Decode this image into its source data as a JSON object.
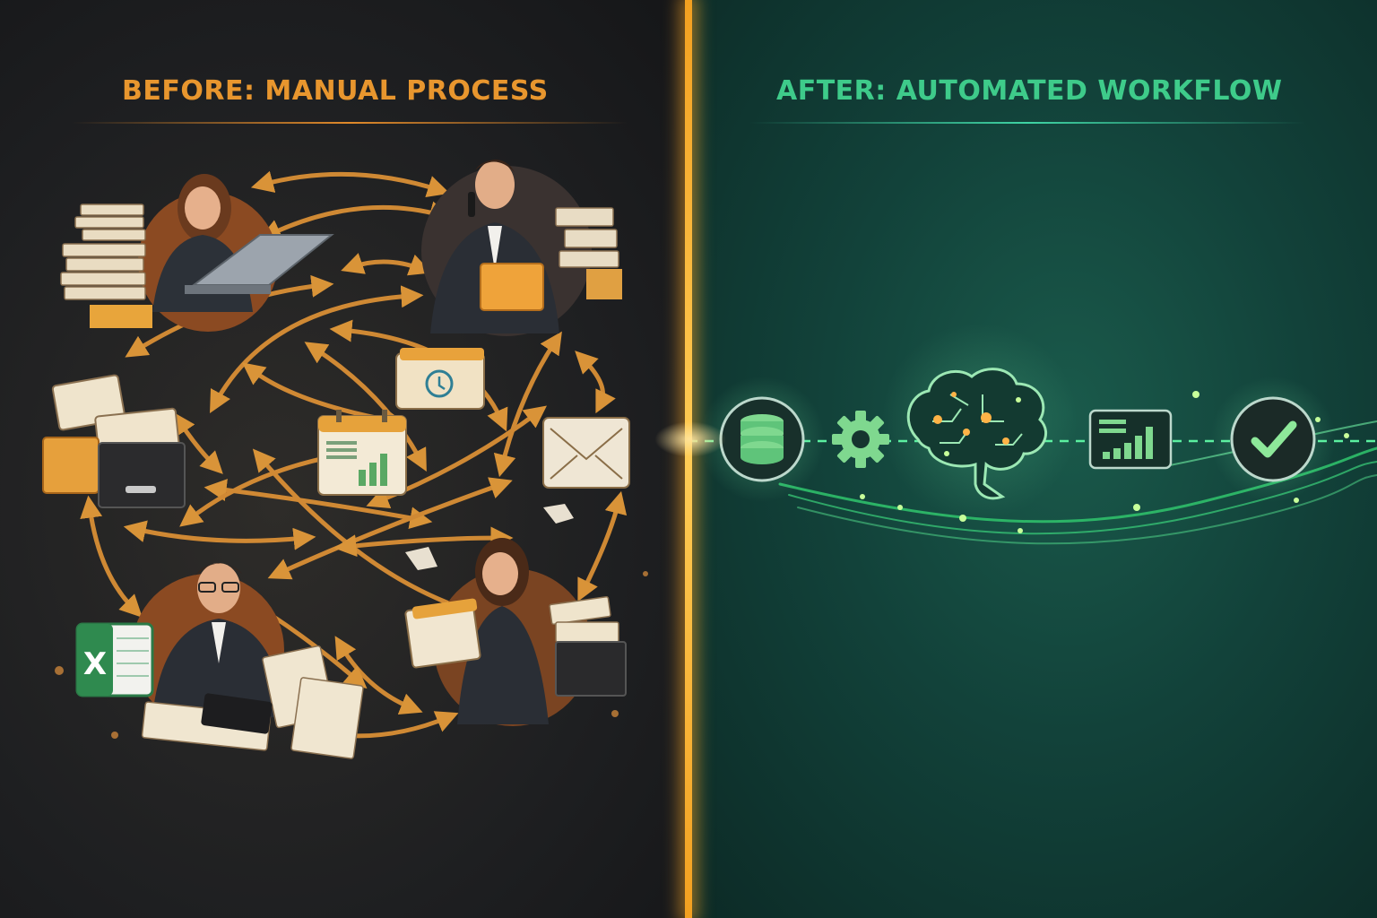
{
  "before": {
    "heading_strong": "BEFORE:",
    "heading_rest": "MANUAL PROCESS",
    "accent_color": "#e8962e",
    "people": [
      "woman-on-phone-with-laptop",
      "man-on-phone-with-folder",
      "man-with-calculator-and-spreadsheet",
      "woman-with-documents"
    ],
    "icons": [
      "calendar-chart-icon",
      "clock-folder-icon",
      "envelope-icon",
      "file-drawer-icon",
      "spreadsheet-icon"
    ],
    "spreadsheet_letter": "X"
  },
  "after": {
    "heading_strong": "AFTER:",
    "heading_rest": "AUTOMATED WORKFLOW",
    "accent_color": "#3ecb8a",
    "pipeline": [
      "database-icon",
      "gear-icon",
      "ai-brain-icon",
      "bar-chart-icon",
      "checkmark-icon"
    ]
  }
}
